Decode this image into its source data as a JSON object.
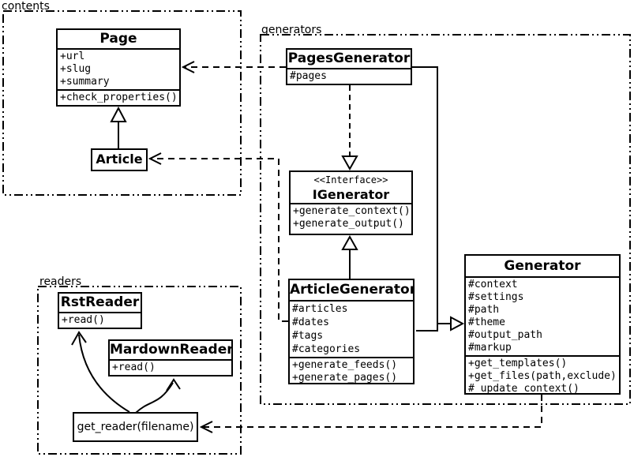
{
  "packages": {
    "contents": {
      "label": "contents"
    },
    "generators": {
      "label": "generators"
    },
    "readers": {
      "label": "readers"
    }
  },
  "classes": {
    "page": {
      "title": "Page",
      "attributes": [
        "+url",
        "+slug",
        "+summary"
      ],
      "methods": [
        "+check_properties()"
      ]
    },
    "article": {
      "title": "Article"
    },
    "pages_generator": {
      "title": "PagesGenerator",
      "attributes": [
        "#pages"
      ]
    },
    "igenerator": {
      "stereotype": "<<Interface>>",
      "title": "IGenerator",
      "methods": [
        "+generate_context()",
        "+generate_output()"
      ]
    },
    "article_generator": {
      "title": "ArticleGenerator",
      "attributes": [
        "#articles",
        "#dates",
        "#tags",
        "#categories"
      ],
      "methods": [
        "+generate_feeds()",
        "+generate_pages()"
      ]
    },
    "generator": {
      "title": "Generator",
      "attributes": [
        "#context",
        "#settings",
        "#path",
        "#theme",
        "#output_path",
        "#markup"
      ],
      "methods": [
        "+get_templates()",
        "+get_files(path,exclude)",
        "#_update_context()"
      ]
    },
    "rst_reader": {
      "title": "RstReader",
      "methods": [
        "+read()"
      ]
    },
    "mardown_reader": {
      "title": "MardownReader",
      "methods": [
        "+read()"
      ]
    }
  },
  "functions": {
    "get_reader": {
      "label": "get_reader(filename)"
    }
  },
  "relationships": [
    {
      "from": "Article",
      "to": "Page",
      "type": "generalization"
    },
    {
      "from": "ArticleGenerator",
      "to": "IGenerator",
      "type": "generalization"
    },
    {
      "from": "PagesGenerator",
      "to": "IGenerator",
      "type": "realization"
    },
    {
      "from": "PagesGenerator",
      "to": "Generator",
      "type": "generalization"
    },
    {
      "from": "ArticleGenerator",
      "to": "Generator",
      "type": "generalization"
    },
    {
      "from": "PagesGenerator",
      "to": "Page",
      "type": "dependency"
    },
    {
      "from": "ArticleGenerator",
      "to": "Article",
      "type": "dependency"
    },
    {
      "from": "Generator",
      "to": "get_reader(filename)",
      "type": "dependency"
    },
    {
      "from": "get_reader(filename)",
      "to": "RstReader",
      "type": "arrow"
    },
    {
      "from": "get_reader(filename)",
      "to": "MardownReader",
      "type": "arrow"
    }
  ],
  "colors": {
    "stroke": "#000000",
    "background": "#ffffff"
  }
}
